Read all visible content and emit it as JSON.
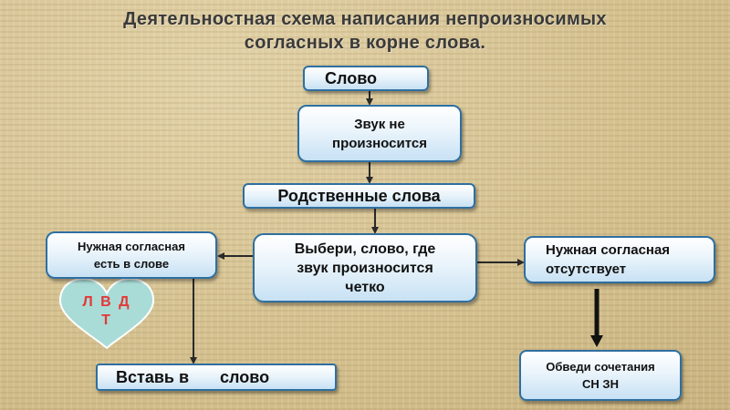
{
  "title": {
    "line1": "Деятельностная  схема  написания  непроизносимых",
    "line2": "согласных  в  корне  слова."
  },
  "nodes": {
    "slovo": "Слово",
    "zvuk_line1": "Звук не",
    "zvuk_line2": "произносится",
    "rodstvennye": "Родственные слова",
    "vyberi_line1": "Выбери, слово, где",
    "vyberi_line2": "звук произносится",
    "vyberi_line3": "четко",
    "est_line1": "Нужная согласная",
    "est_line2": "есть в слове",
    "otsut_line1": "Нужная согласная",
    "otsut_line2": "отсутствует",
    "heart_line1": "Л В Д",
    "heart_line2": "Т",
    "vstav_part1": "Вставь в",
    "vstav_part2": "слово",
    "obvedi_line1": "Обведи сочетания",
    "obvedi_line2": "СН ЗН"
  },
  "colors": {
    "box_border": "#2f6fa0",
    "heart_fill": "#a9dcd6",
    "heart_text": "#e63636",
    "arrow": "#2a2a2a"
  }
}
